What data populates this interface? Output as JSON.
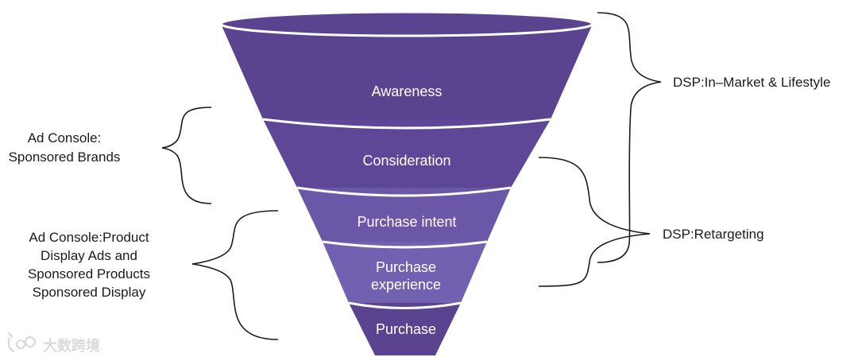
{
  "funnel": {
    "stages": [
      {
        "label": "Awareness",
        "color": "#5a4490"
      },
      {
        "label": "Consideration",
        "color": "#5d4796"
      },
      {
        "label": "Purchase intent",
        "color": "#6a57a8"
      },
      {
        "label_lines": [
          "Purchase",
          "experience"
        ],
        "color": "#7260b0"
      },
      {
        "label": "Purchase",
        "color": "#5a4490"
      }
    ],
    "divider_color": "#ffffff"
  },
  "left_annotations": {
    "ad_console_brands": {
      "lines": [
        "Ad Console:",
        "Sponsored Brands"
      ]
    },
    "ad_console_product": {
      "lines": [
        "Ad Console:Product",
        "Display Ads and",
        "Sponsored Products",
        "Sponsored Display"
      ]
    }
  },
  "right_annotations": {
    "dsp_in_market": {
      "text": "DSP:In–Market & Lifestyle"
    },
    "dsp_retargeting": {
      "text": "DSP:Retargeting"
    }
  },
  "watermark": {
    "text": "大数跨境",
    "icon": "logo-icon"
  }
}
